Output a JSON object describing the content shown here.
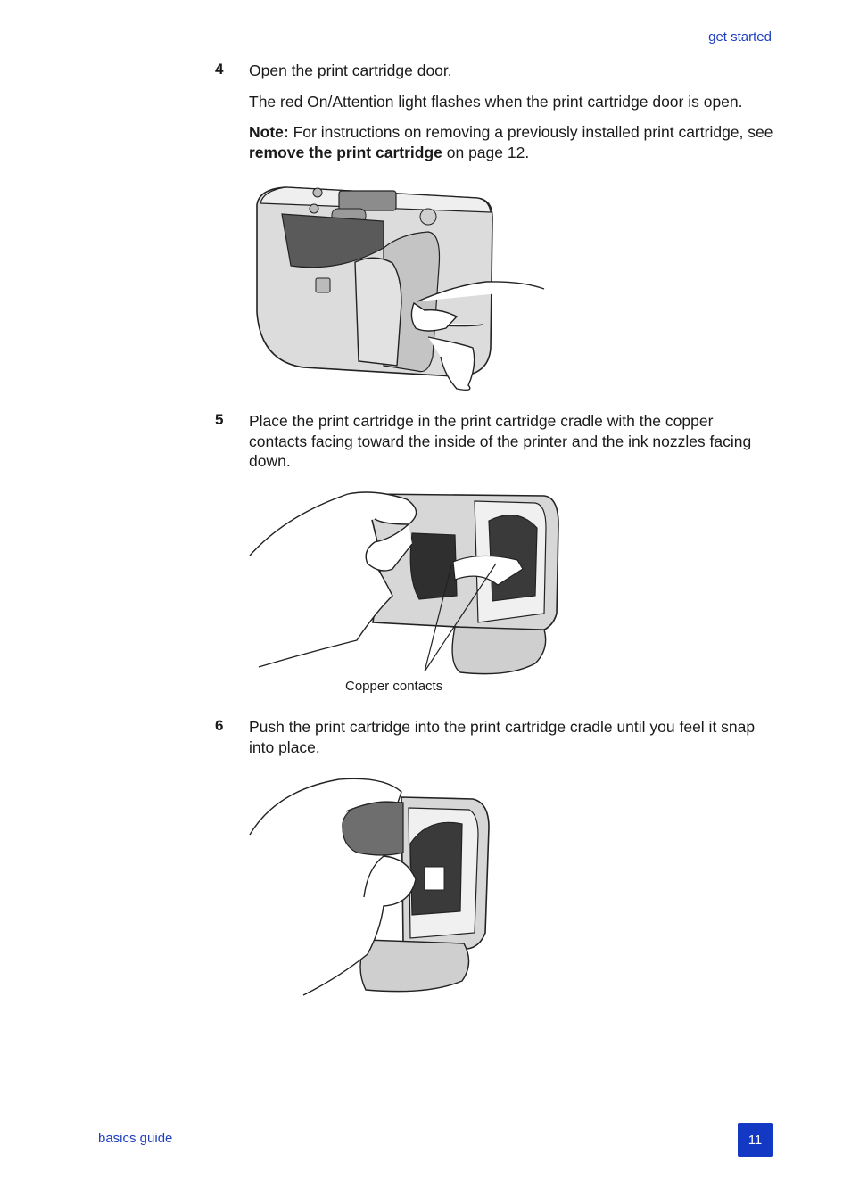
{
  "header": {
    "section": "get started"
  },
  "steps": [
    {
      "number": "4",
      "text": "Open the print cartridge door.",
      "detail": "The red On/Attention light flashes when the print cartridge door is open.",
      "note": {
        "label": "Note:",
        "text_before": "For instructions on removing a previously installed print cartridge, see",
        "link": "remove the print cartridge",
        "text_after": "on page 12."
      }
    },
    {
      "number": "5",
      "text": "Place the print cartridge in the print cartridge cradle with the copper contacts facing toward the inside of the printer and the ink nozzles facing down.",
      "caption": "Copper contacts"
    },
    {
      "number": "6",
      "text": "Push the print cartridge into the print cartridge cradle until you feel it snap into place."
    }
  ],
  "footer": {
    "guide": "basics guide",
    "page": "11"
  },
  "colors": {
    "accent": "#1238c4",
    "link_text": "#1f3fbf"
  }
}
